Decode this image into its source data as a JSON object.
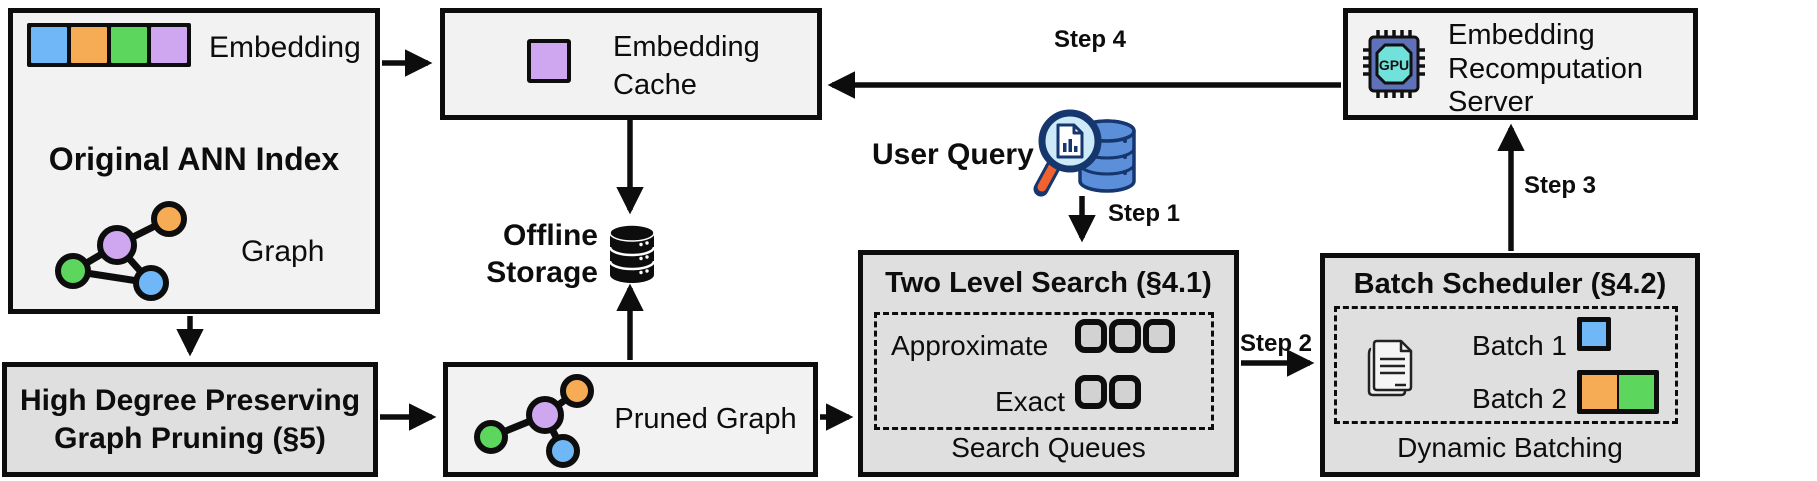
{
  "diagram": {
    "original_index": {
      "embedding_label": "Embedding",
      "title": "Original ANN Index",
      "graph_label": "Graph"
    },
    "high_degree_pruning": {
      "line1": "High Degree Preserving",
      "line2": "Graph Pruning (§5)"
    },
    "embedding_cache": {
      "line1": "Embedding",
      "line2": "Cache"
    },
    "offline_storage": {
      "line1": "Offline",
      "line2": "Storage"
    },
    "pruned_graph": {
      "label": "Pruned Graph"
    },
    "user_query": {
      "label": "User Query"
    },
    "two_level_search": {
      "title": "Two Level Search (§4.1)",
      "approximate_label": "Approximate",
      "exact_label": "Exact",
      "footer": "Search Queues"
    },
    "batch_scheduler": {
      "title": "Batch Scheduler (§4.2)",
      "batch1_label": "Batch 1",
      "batch2_label": "Batch 2",
      "footer": "Dynamic Batching"
    },
    "recomputation_server": {
      "line1": "Embedding",
      "line2": "Recomputation",
      "line3": "Server",
      "chip_label": "GPU"
    },
    "steps": {
      "step1": "Step 1",
      "step2": "Step 2",
      "step3": "Step 3",
      "step4": "Step 4"
    }
  },
  "colors": {
    "blue": "#6FB7F6",
    "orange": "#F6AC54",
    "green": "#5CD65C",
    "purple": "#CEA7F0",
    "box_light": "#F2F2F2",
    "box_gray": "#DFDFDF",
    "queue_fill": "#D2D2D2",
    "chip_body": "#5F71B8",
    "chip_core": "#70E2DB",
    "magnifier_lens": "#CDEAF8",
    "magnifier_handle": "#F2622E",
    "db_fill": "#5B8FD9",
    "db_stroke": "#16366E"
  }
}
